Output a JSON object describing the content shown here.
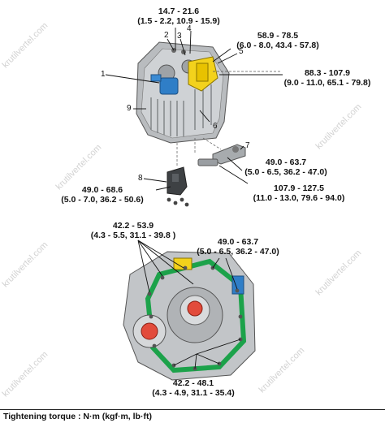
{
  "watermark": "krutilvertel.com",
  "upper": {
    "callouts": [
      "1",
      "2",
      "3",
      "4",
      "5",
      "6",
      "7",
      "8",
      "9"
    ],
    "torques": {
      "top": {
        "l1": "14.7 - 21.6",
        "l2": "(1.5 - 2.2, 10.9 - 15.9)"
      },
      "bracket": {
        "l1": "58.9 - 78.5",
        "l2": "(6.0 - 8.0, 43.4 - 57.8)"
      },
      "right_bolt": {
        "l1": "88.3 - 107.9",
        "l2": "(9.0 - 11.0, 65.1 - 79.8)"
      },
      "mount_bolt": {
        "l1": "49.0 - 63.7",
        "l2": "(5.0 - 6.5, 36.2 - 47.0)"
      },
      "mount_nut": {
        "l1": "107.9 - 127.5",
        "l2": "(11.0 - 13.0, 79.6 - 94.0)"
      },
      "left_bracket": {
        "l1": "49.0 - 68.6",
        "l2": "(5.0 - 7.0, 36.2 - 50.6)"
      }
    }
  },
  "lower": {
    "torques": {
      "left": {
        "l1": "42.2 - 53.9",
        "l2": "(4.3 - 5.5, 31.1 - 39.8 )"
      },
      "right": {
        "l1": "49.0 - 63.7",
        "l2": "(5.0 - 6.5, 36.2 - 47.0)"
      },
      "bottom": {
        "l1": "42.2 - 48.1",
        "l2": "(4.3 - 4.9, 31.1 - 35.4)"
      }
    }
  },
  "footer": {
    "text": "Tightening torque : N·m (kgf·m, lb·ft)"
  }
}
